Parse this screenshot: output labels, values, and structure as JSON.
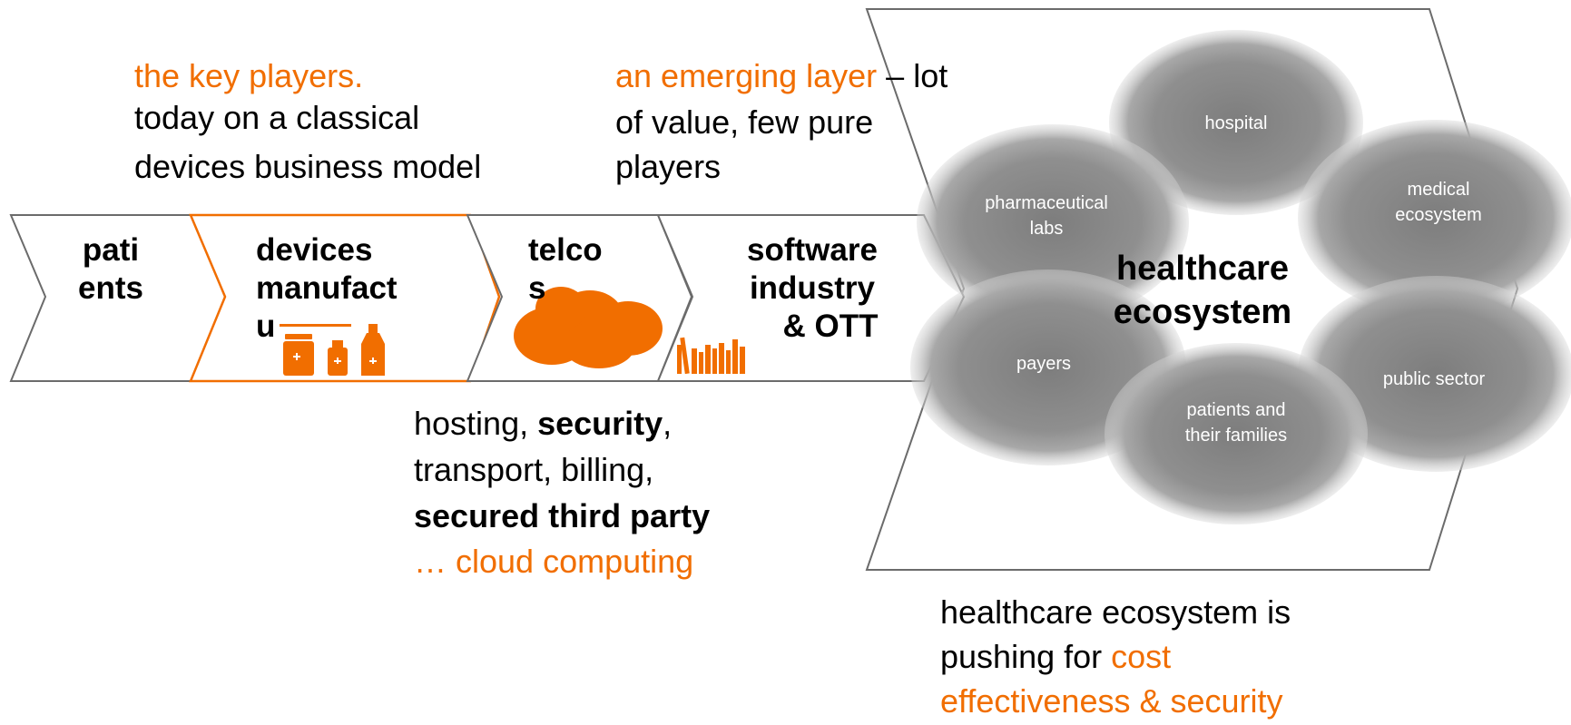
{
  "colors": {
    "accent": "#f16e00",
    "outline": "#6b6b6b",
    "bubble": "#8c8c8c"
  },
  "header_left": {
    "line1": "the key players.",
    "line2": "today on a classical",
    "line3": "devices business model"
  },
  "header_right": {
    "highlight": "an emerging layer",
    "rest1": " – lot",
    "line2": "of value, few pure",
    "line3": "players"
  },
  "chain": {
    "patients": [
      "pati",
      "ents"
    ],
    "devices": [
      "devices",
      "manufact",
      "u"
    ],
    "telcos": [
      "telco",
      "s"
    ],
    "software": [
      "software",
      "industry",
      "& OTT"
    ]
  },
  "telco_notes": {
    "l1a": "hosting, ",
    "l1b": "security",
    "l1c": ",",
    "l2": "transport, billing,",
    "l3": "secured third party",
    "l4": "… cloud computing"
  },
  "ecosystem": {
    "center": [
      "healthcare",
      "ecosystem"
    ],
    "nodes": {
      "hospital": "hospital",
      "medical": [
        "medical",
        "ecosystem"
      ],
      "pharma": [
        "pharmaceutical",
        "labs"
      ],
      "payers": "payers",
      "public": "public sector",
      "patients": [
        "patients and",
        "their families"
      ]
    }
  },
  "footer": {
    "line1": "healthcare ecosystem is",
    "line2a": "pushing for ",
    "line2b": "cost",
    "line3": "effectiveness & security"
  },
  "icons": [
    "bottles-icon",
    "cloud-icon",
    "books-icon"
  ]
}
